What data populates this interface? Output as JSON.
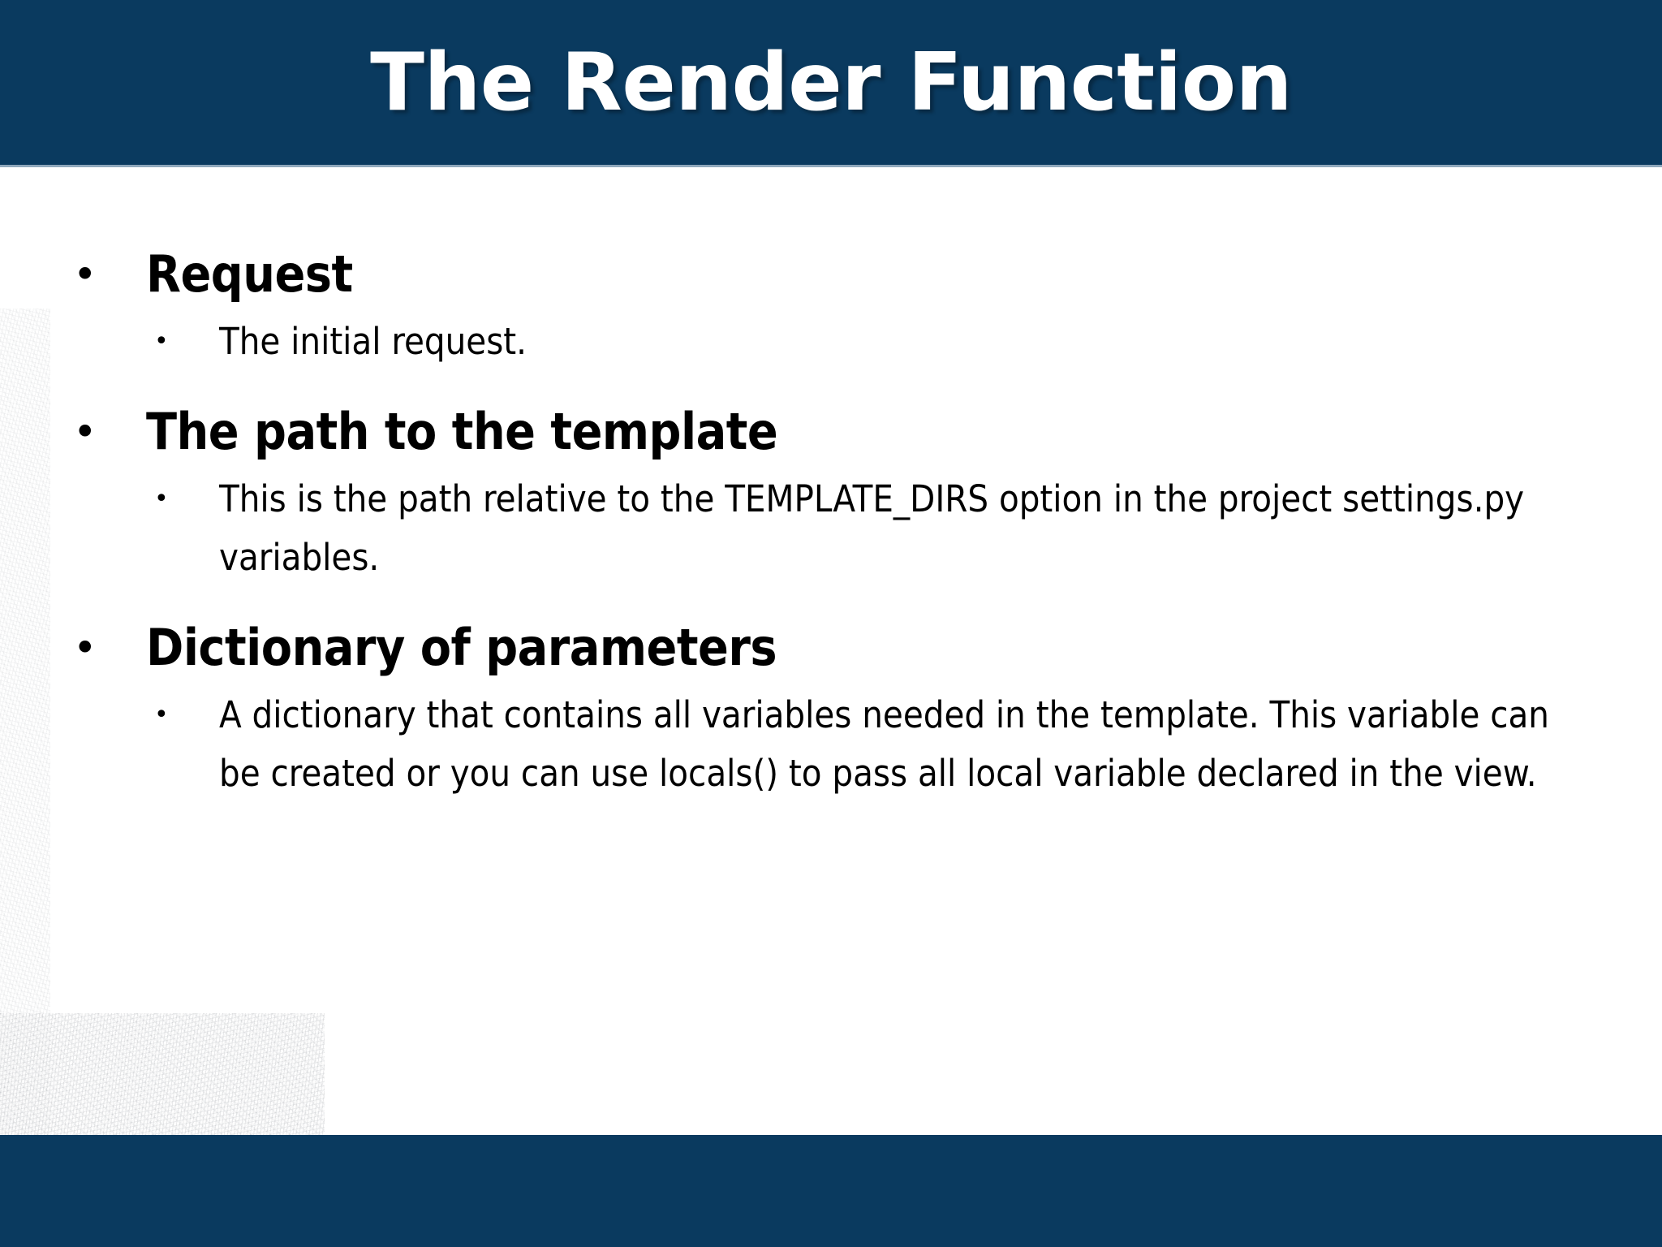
{
  "slide": {
    "title": "The Render Function",
    "theme": {
      "band_color": "#0a3a5f",
      "band_underline_color": "#8fa8bc",
      "title_text_color": "#ffffff",
      "body_text_color": "#000000",
      "background_color": "#ffffff"
    },
    "bullet_marker_level1": "•",
    "bullet_marker_level2": "•",
    "groups": [
      {
        "heading": "Request",
        "details": [
          "The initial request."
        ]
      },
      {
        "heading": "The path to the template",
        "details": [
          "This is the path relative to the TEMPLATE_DIRS option in the project settings.py variables."
        ]
      },
      {
        "heading": "Dictionary of parameters",
        "details": [
          "A dictionary that contains all variables needed in the template. This variable can be created or you can use locals() to pass all local variable declared in the view."
        ]
      }
    ]
  }
}
